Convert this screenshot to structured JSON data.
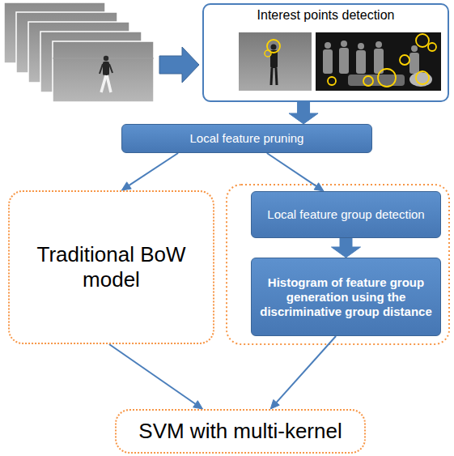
{
  "diagram": {
    "nodes": [
      {
        "text": [
          "Interest points detection"
        ]
      },
      {
        "text": [
          "Local feature pruning"
        ]
      },
      {
        "text": [
          "Traditional BoW model"
        ]
      },
      {
        "text": [
          "Local feature group detection"
        ]
      },
      {
        "text": [
          "Histogram of feature group generation using the discriminative group distance"
        ]
      },
      {
        "text": [
          "SVM with multi-kernel"
        ]
      }
    ],
    "edges": [
      {
        "from": 0,
        "to": 1,
        "arrow": "to"
      },
      {
        "from": 1,
        "to": 2,
        "arrow": "to"
      },
      {
        "from": 1,
        "to": 3,
        "arrow": "to"
      },
      {
        "from": 3,
        "to": 4,
        "arrow": "to"
      },
      {
        "from": 2,
        "to": 5,
        "arrow": "to"
      },
      {
        "from": 4,
        "to": 5,
        "arrow": "to"
      }
    ]
  }
}
